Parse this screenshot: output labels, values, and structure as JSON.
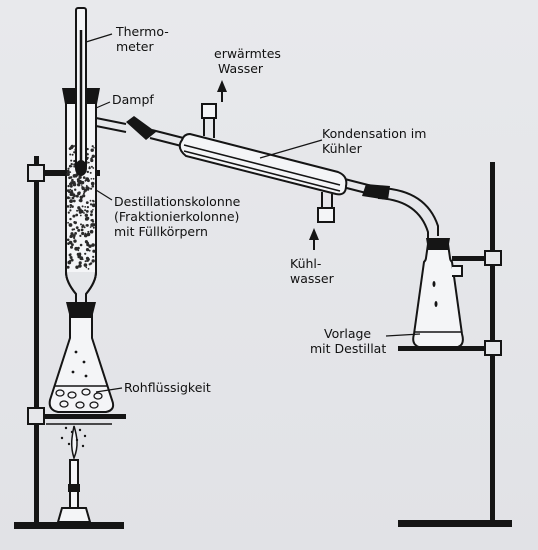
{
  "labels": {
    "thermometer_1": "Thermo-",
    "thermometer_2": "meter",
    "dampf": "Dampf",
    "warm_water_1": "erwärmtes",
    "warm_water_2": "Wasser",
    "condensation_1": "Kondensation im",
    "condensation_2": "Kühler",
    "column_1": "Destillationskolonne",
    "column_2": "(Fraktionierkolonne)",
    "column_3": "mit Füllkörpern",
    "cooling_water_1": "Kühl-",
    "cooling_water_2": "wasser",
    "receiver_1": "Vorlage",
    "receiver_2": "mit Destillat",
    "raw_liquid": "Rohflüssigkeit"
  },
  "colors": {
    "ink": "#151515",
    "background": "#e6e7ea",
    "glass_fill": "#f4f5f7",
    "packing": "#2a2a2a"
  }
}
